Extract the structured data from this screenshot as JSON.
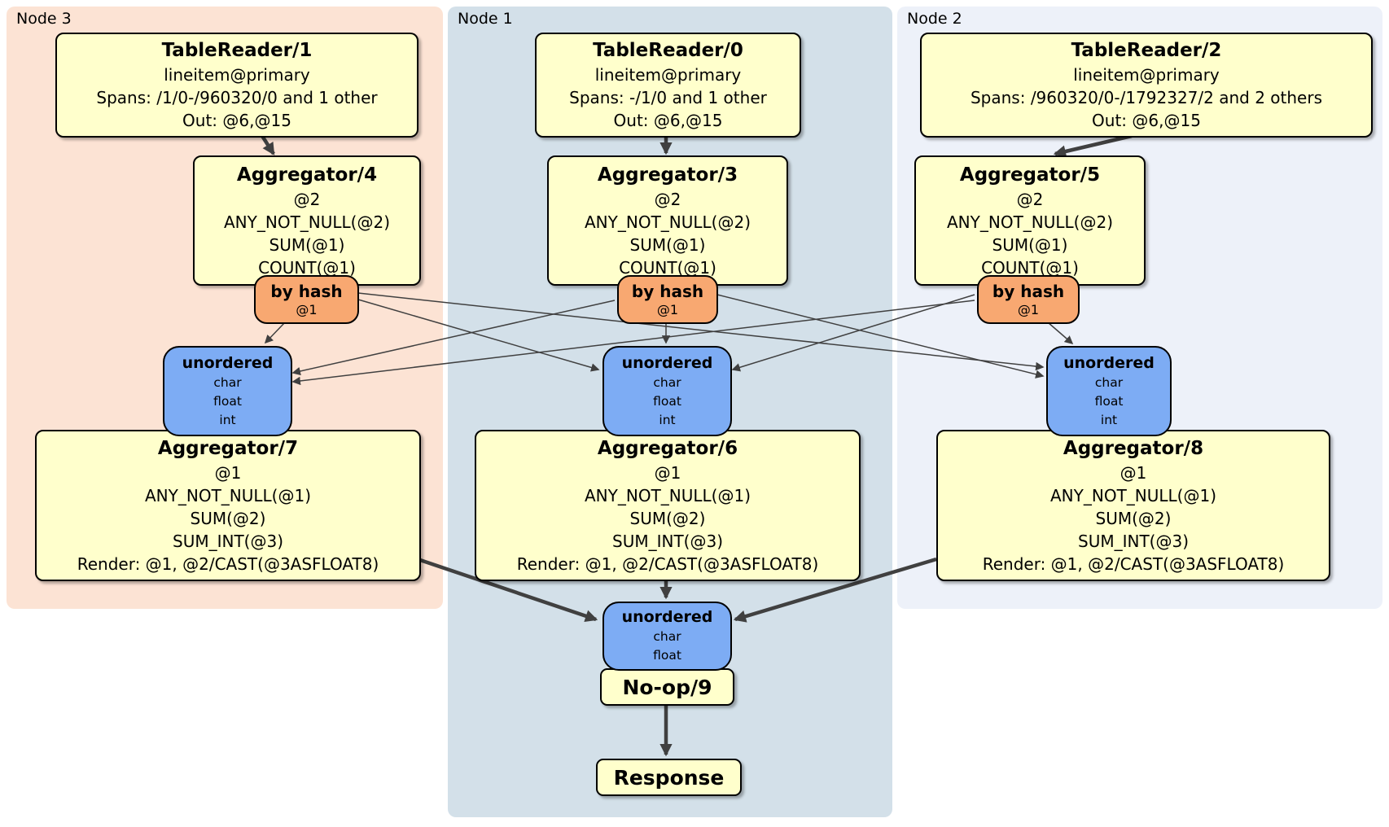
{
  "diagram_type": "distsql-plan-flow",
  "colors": {
    "panel_node3_bg": "#fce3d4",
    "panel_node1_bg": "#d3e0e9",
    "panel_node2_bg": "#edf1f9",
    "processor_bg": "#ffffcc",
    "router_bg": "#f8a871",
    "sync_bg": "#7dacf4",
    "edge": "#404040",
    "border": "#000000"
  },
  "panels": {
    "node3": {
      "label": "Node 3"
    },
    "node1": {
      "label": "Node 1"
    },
    "node2": {
      "label": "Node 2"
    }
  },
  "processors": {
    "tr1": {
      "title": "TableReader/1",
      "lines": [
        "lineitem@primary",
        "Spans: /1/0-/960320/0 and 1 other",
        "Out: @6,@15"
      ]
    },
    "tr0": {
      "title": "TableReader/0",
      "lines": [
        "lineitem@primary",
        "Spans: -/1/0 and 1 other",
        "Out: @6,@15"
      ]
    },
    "tr2": {
      "title": "TableReader/2",
      "lines": [
        "lineitem@primary",
        "Spans: /960320/0-/1792327/2 and 2 others",
        "Out: @6,@15"
      ]
    },
    "agg4": {
      "title": "Aggregator/4",
      "lines": [
        "@2",
        "ANY_NOT_NULL(@2)",
        "SUM(@1)",
        "COUNT(@1)"
      ]
    },
    "agg3": {
      "title": "Aggregator/3",
      "lines": [
        "@2",
        "ANY_NOT_NULL(@2)",
        "SUM(@1)",
        "COUNT(@1)"
      ]
    },
    "agg5": {
      "title": "Aggregator/5",
      "lines": [
        "@2",
        "ANY_NOT_NULL(@2)",
        "SUM(@1)",
        "COUNT(@1)"
      ]
    },
    "agg7": {
      "title": "Aggregator/7",
      "lines": [
        "@1",
        "ANY_NOT_NULL(@1)",
        "SUM(@2)",
        "SUM_INT(@3)",
        "Render: @1, @2/CAST(@3ASFLOAT8)"
      ]
    },
    "agg6": {
      "title": "Aggregator/6",
      "lines": [
        "@1",
        "ANY_NOT_NULL(@1)",
        "SUM(@2)",
        "SUM_INT(@3)",
        "Render: @1, @2/CAST(@3ASFLOAT8)"
      ]
    },
    "agg8": {
      "title": "Aggregator/8",
      "lines": [
        "@1",
        "ANY_NOT_NULL(@1)",
        "SUM(@2)",
        "SUM_INT(@3)",
        "Render: @1, @2/CAST(@3ASFLOAT8)"
      ]
    },
    "noop": {
      "title": "No-op/9"
    },
    "response": {
      "title": "Response"
    }
  },
  "routers": {
    "node3": {
      "title": "by hash",
      "detail": "@1"
    },
    "node1": {
      "title": "by hash",
      "detail": "@1"
    },
    "node2": {
      "title": "by hash",
      "detail": "@1"
    }
  },
  "syncs": {
    "node3": {
      "title": "unordered",
      "lines": [
        "char",
        "float",
        "int"
      ]
    },
    "node1": {
      "title": "unordered",
      "lines": [
        "char",
        "float",
        "int"
      ]
    },
    "node2": {
      "title": "unordered",
      "lines": [
        "char",
        "float",
        "int"
      ]
    },
    "final": {
      "title": "unordered",
      "lines": [
        "char",
        "float"
      ]
    }
  }
}
